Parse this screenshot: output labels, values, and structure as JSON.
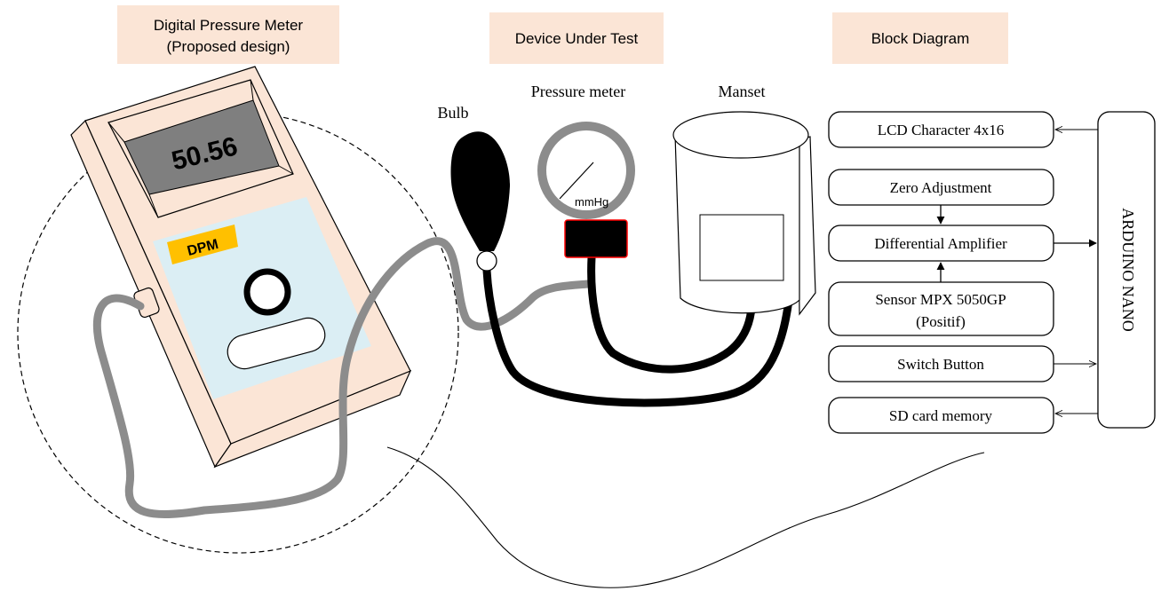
{
  "headers": {
    "dpm_title_line1": "Digital Pressure Meter",
    "dpm_title_line2": "(Proposed design)",
    "dut_title": "Device Under Test",
    "block_title": "Block Diagram"
  },
  "device": {
    "display_value": "50.56",
    "badge_label": "DPM"
  },
  "dut": {
    "bulb_label": "Bulb",
    "gauge_label": "Pressure meter",
    "gauge_unit": "mmHg",
    "cuff_label": "Manset"
  },
  "block_diagram": {
    "lcd": "LCD Character 4x16",
    "zero": "Zero Adjustment",
    "amp": "Differential Amplifier",
    "sensor_line1": "Sensor MPX 5050GP",
    "sensor_line2": "(Positif)",
    "switch": "Switch Button",
    "sd": "SD card memory",
    "controller": "ARDUINO NANO"
  },
  "colors": {
    "header_fill": "#fbe5d6",
    "device_body": "#fbe5d6",
    "lcd_screen": "#7f7f7f",
    "panel": "#dbeef4",
    "badge": "#ffc000",
    "tube_gray": "#8c8c8c",
    "tube_black": "#000000",
    "gauge_collar_edge": "#ff0000"
  }
}
